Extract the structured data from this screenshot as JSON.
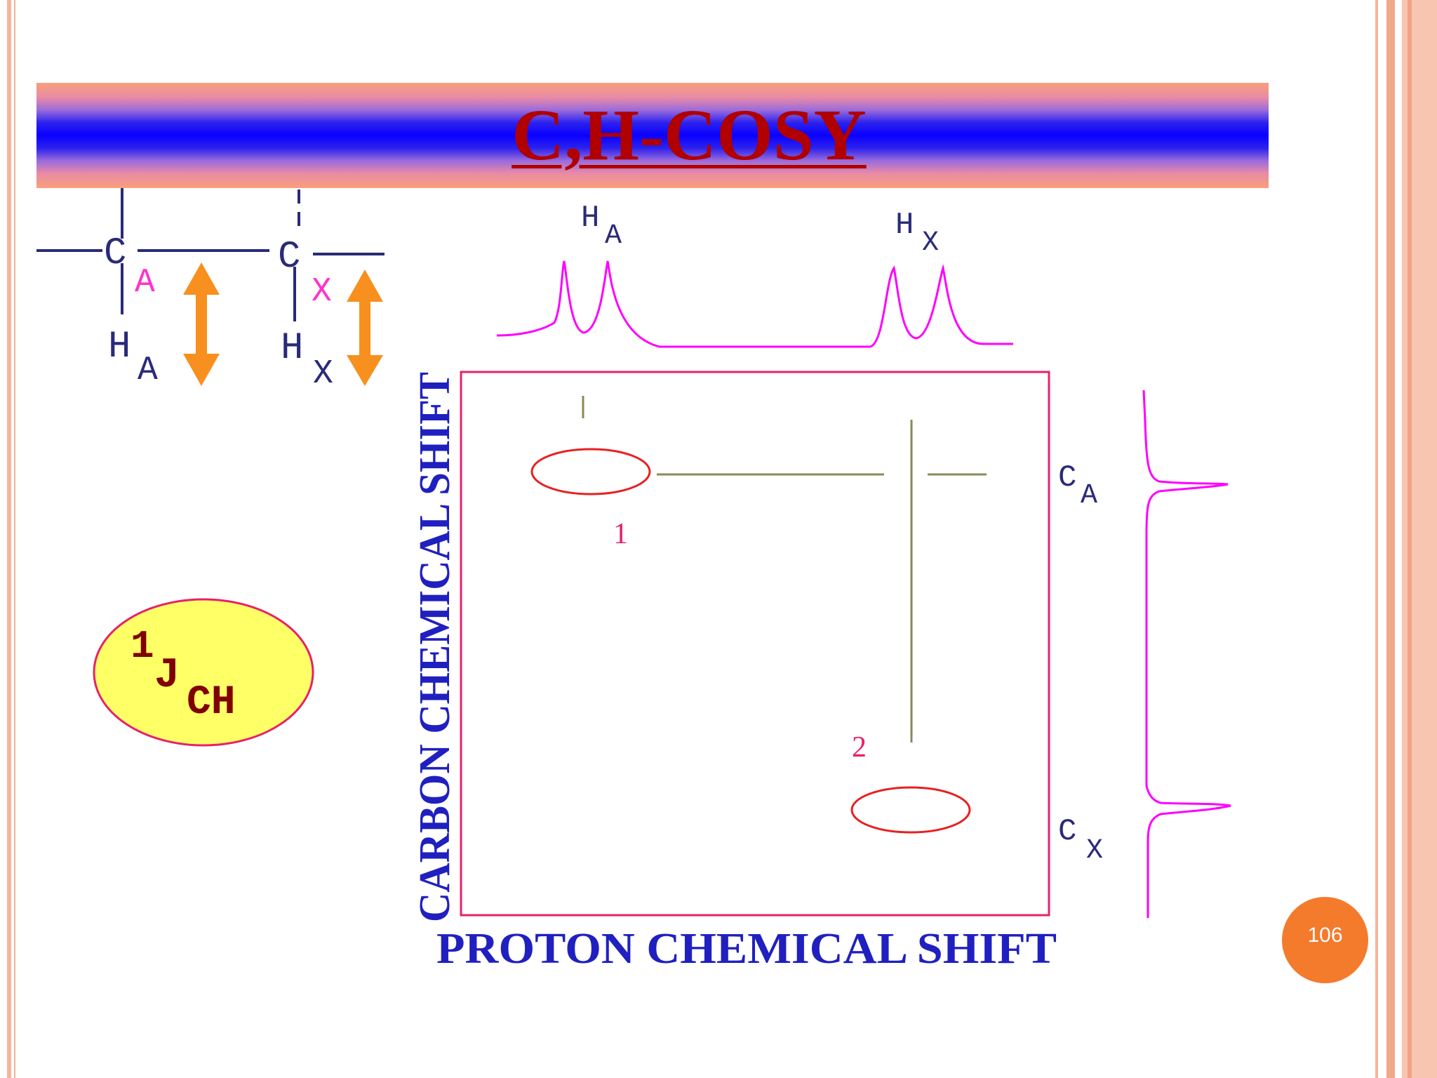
{
  "slide": {
    "title": "C,H-COSY",
    "page_number": "106"
  },
  "molecule": {
    "carbon_a_letter": "C",
    "carbon_a_sub": "A",
    "carbon_x_letter": "C",
    "carbon_x_sub": "X",
    "proton_a_letter": "H",
    "proton_a_sub": "A",
    "proton_x_letter": "H",
    "proton_x_sub": "X"
  },
  "coupling": {
    "superscript": "1",
    "letter": "J",
    "subscript": "CH"
  },
  "spectrum": {
    "top_label_a_letter": "H",
    "top_label_a_sub": "A",
    "top_label_x_letter": "H",
    "top_label_x_sub": "X",
    "right_label_a_letter": "C",
    "right_label_a_sub": "A",
    "right_label_x_letter": "C",
    "right_label_x_sub": "X",
    "peak_1_label": "1",
    "peak_2_label": "2",
    "y_axis_label": "CARBON CHEMICAL SHIFT",
    "x_axis_label": "PROTON CHEMICAL SHIFT"
  },
  "colors": {
    "title": "#b00000",
    "spectrum": "#ff00ff",
    "frame": "#e8206a",
    "cross_peak": "#e82020",
    "guide_line": "#8a8a5a",
    "axis_label": "#2020c0",
    "arrow": "#f7901e",
    "coupling_fill": "#ffff66",
    "page_badge": "#f47a2c"
  }
}
